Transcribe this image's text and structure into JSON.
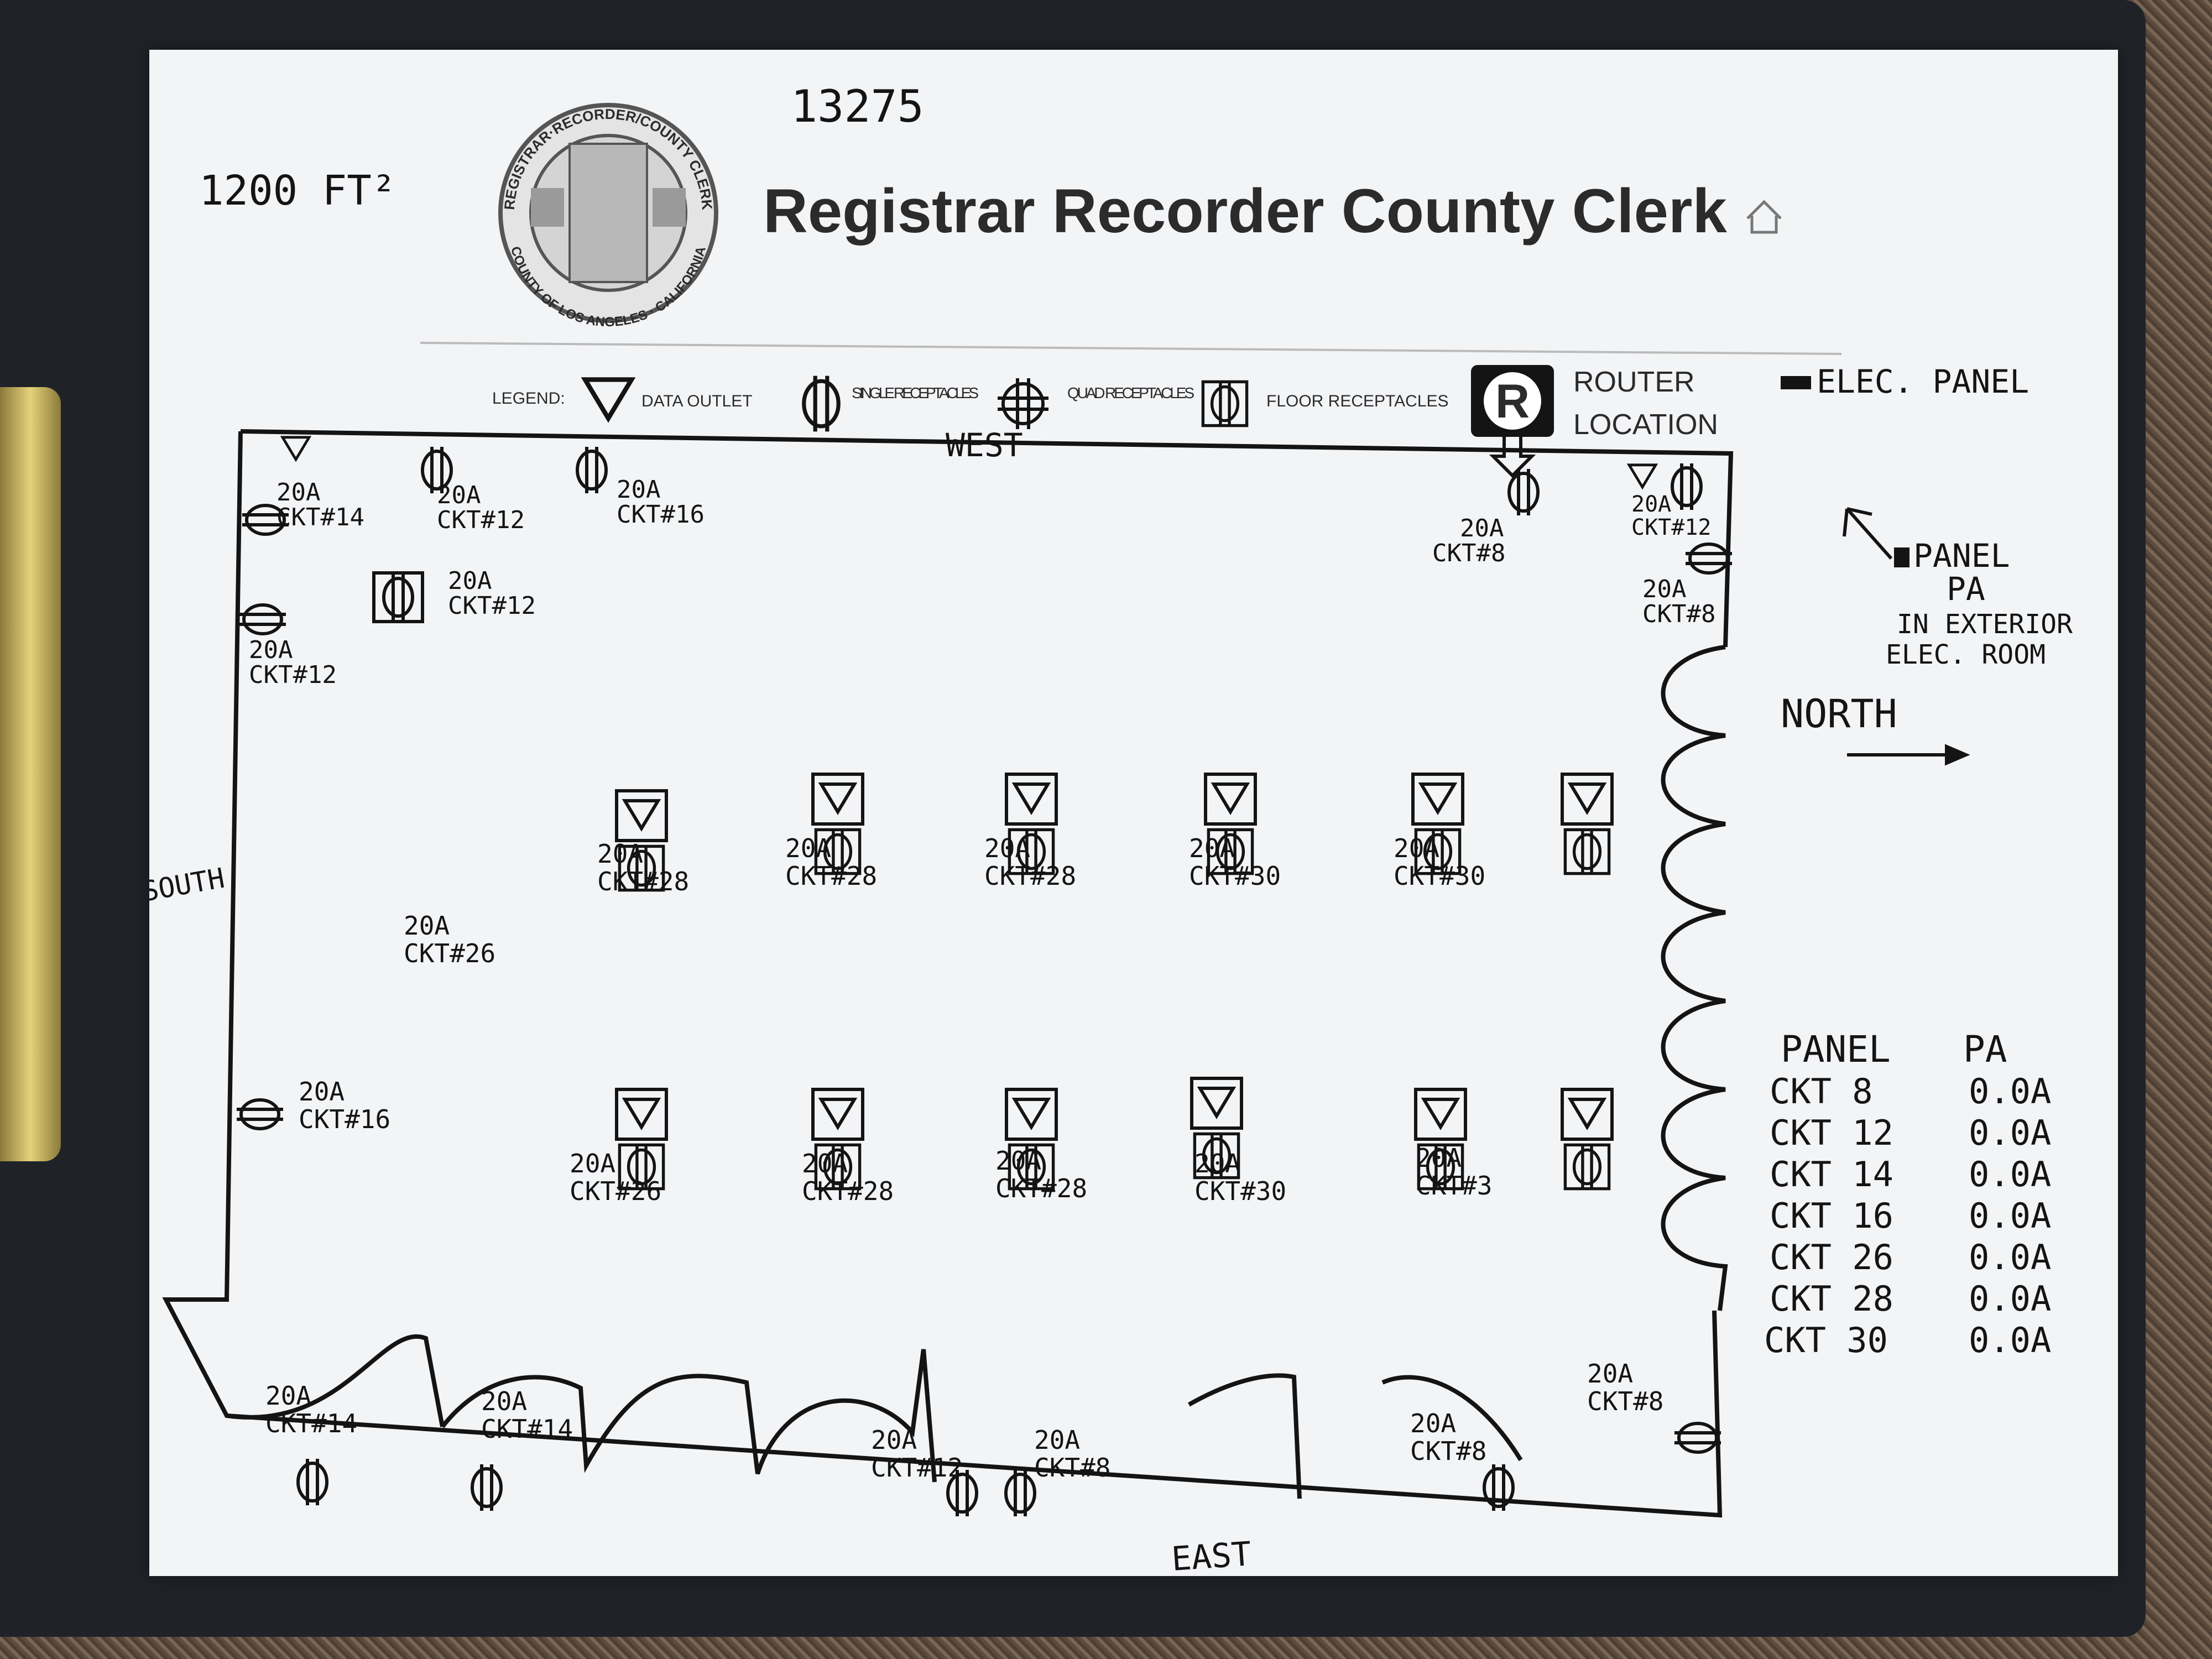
{
  "header": {
    "doc_number": "13275",
    "area": "1200 FT²",
    "title": "Registrar Recorder County Clerk",
    "seal_top": "REGISTRAR·RECORDER/COUNTY CLERK",
    "seal_bottom": "COUNTY OF LOS ANGELES · CALIFORNIA",
    "home_icon": "home-icon"
  },
  "legend": {
    "label": "LEGEND:",
    "data_outlet": "DATA OUTLET",
    "single_receptacles": "SINGLE RECEPTACLES",
    "quad_receptacles": "QUAD RECEPTACLES",
    "floor_receptacles": "FLOOR RECEPTACLES",
    "router_symbol": "R",
    "router_location_1": "ROUTER",
    "router_location_2": "LOCATION",
    "elec_panel": "ELEC. PANEL"
  },
  "directions": {
    "west": "WEST",
    "east": "EAST",
    "south": "SOUTH",
    "north": "NORTH"
  },
  "panel_note": {
    "line1": "PANEL",
    "line2": "PA",
    "line3": "IN EXTERIOR",
    "line4": "ELEC. ROOM"
  },
  "outlets": [
    {
      "amp": "20A",
      "ckt": "CKT#14"
    },
    {
      "amp": "20A",
      "ckt": "CKT#12"
    },
    {
      "amp": "20A",
      "ckt": "CKT#16"
    },
    {
      "amp": "20A",
      "ckt": "CKT#8"
    },
    {
      "amp": "20A",
      "ckt": "CKT#12"
    },
    {
      "amp": "20A",
      "ckt": "CKT#8"
    },
    {
      "amp": "20A",
      "ckt": "CKT#12"
    },
    {
      "amp": "20A",
      "ckt": "CKT#12"
    },
    {
      "amp": "20A",
      "ckt": "CKT#28"
    },
    {
      "amp": "20A",
      "ckt": "CKT#28"
    },
    {
      "amp": "20A",
      "ckt": "CKT#28"
    },
    {
      "amp": "20A",
      "ckt": "CKT#30"
    },
    {
      "amp": "20A",
      "ckt": "CKT#30"
    },
    {
      "amp": "20A",
      "ckt": "CKT#26"
    },
    {
      "amp": "20A",
      "ckt": "CKT#16"
    },
    {
      "amp": "20A",
      "ckt": "CKT#26"
    },
    {
      "amp": "20A",
      "ckt": "CKT#28"
    },
    {
      "amp": "20A",
      "ckt": "CKT#28"
    },
    {
      "amp": "20A",
      "ckt": "CKT#30"
    },
    {
      "amp": "20A",
      "ckt": "CKT#3"
    },
    {
      "amp": "20A",
      "ckt": "CKT#14"
    },
    {
      "amp": "20A",
      "ckt": "CKT#14"
    },
    {
      "amp": "20A",
      "ckt": "CKT#12"
    },
    {
      "amp": "20A",
      "ckt": "CKT#8"
    },
    {
      "amp": "20A",
      "ckt": "CKT#8"
    },
    {
      "amp": "20A",
      "ckt": "CKT#8"
    }
  ],
  "panel_table": {
    "header_left": "PANEL",
    "header_right": "PA",
    "rows": [
      {
        "ckt": "CKT 8",
        "amps": "0.0A"
      },
      {
        "ckt": "CKT 12",
        "amps": "0.0A"
      },
      {
        "ckt": "CKT 14",
        "amps": "0.0A"
      },
      {
        "ckt": "CKT 16",
        "amps": "0.0A"
      },
      {
        "ckt": "CKT 26",
        "amps": "0.0A"
      },
      {
        "ckt": "CKT 28",
        "amps": "0.0A"
      },
      {
        "ckt": "CKT 30",
        "amps": "0.0A"
      }
    ]
  }
}
